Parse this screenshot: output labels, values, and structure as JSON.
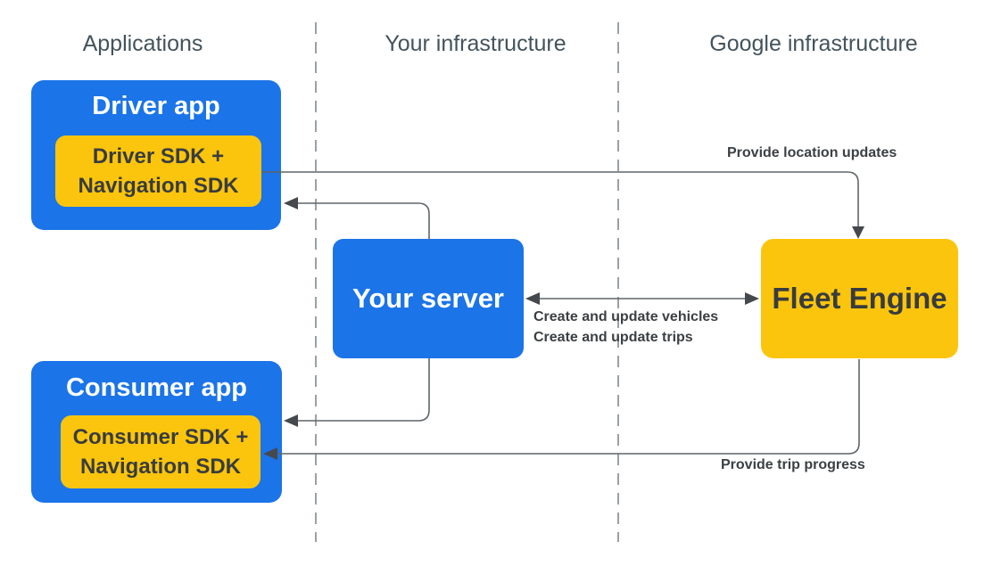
{
  "diagram": {
    "columns": [
      {
        "label": "Applications"
      },
      {
        "label": "Your infrastructure"
      },
      {
        "label": "Google infrastructure"
      }
    ],
    "nodes": {
      "driver_app": {
        "title": "Driver app",
        "sdk_line1": "Driver SDK +",
        "sdk_line2": "Navigation SDK"
      },
      "consumer_app": {
        "title": "Consumer app",
        "sdk_line1": "Consumer SDK +",
        "sdk_line2": "Navigation SDK"
      },
      "your_server": {
        "title": "Your server"
      },
      "fleet_engine": {
        "title": "Fleet Engine"
      }
    },
    "arrows": {
      "location_updates": {
        "label": "Provide location updates",
        "from": "Driver SDK + Navigation SDK",
        "to": "Fleet Engine"
      },
      "server_to_driver": {
        "label": "",
        "from": "Your server",
        "to": "Driver app"
      },
      "vehicles": {
        "label": "Create and update vehicles",
        "from": "Your server",
        "to": "Fleet Engine"
      },
      "trips": {
        "label": "Create and update trips",
        "from": "Your server",
        "to": "Fleet Engine"
      },
      "server_to_consumer": {
        "label": "",
        "from": "Your server",
        "to": "Consumer app"
      },
      "trip_progress": {
        "label": "Provide trip progress",
        "from": "Fleet Engine",
        "to": "Consumer SDK + Navigation SDK"
      }
    },
    "colors": {
      "node_blue": "#1b74e8",
      "node_yellow": "#fcc50d",
      "node_text_dark": "#383c40",
      "node_text_light": "#ffffff",
      "header_text": "#44535c",
      "label_text": "#3c4043",
      "connector_line": "#5f6569",
      "dashed_divider": "#9aa0a6",
      "background": "#ffffff"
    }
  }
}
